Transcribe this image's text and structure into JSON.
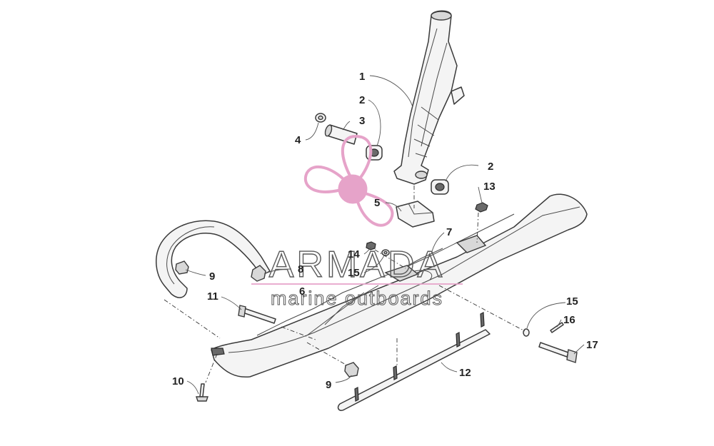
{
  "watermark": {
    "brand": "ARMADA",
    "tagline": "marine outboards",
    "color_primary": "#e6a3c9",
    "color_text": "#5a5a5a"
  },
  "callouts": [
    {
      "id": "c1",
      "label": "1"
    },
    {
      "id": "c2a",
      "label": "2"
    },
    {
      "id": "c2b",
      "label": "2"
    },
    {
      "id": "c3",
      "label": "3"
    },
    {
      "id": "c4",
      "label": "4"
    },
    {
      "id": "c5",
      "label": "5"
    },
    {
      "id": "c6",
      "label": "6"
    },
    {
      "id": "c7",
      "label": "7"
    },
    {
      "id": "c8",
      "label": "8"
    },
    {
      "id": "c9a",
      "label": "9"
    },
    {
      "id": "c9b",
      "label": "9"
    },
    {
      "id": "c10",
      "label": "10"
    },
    {
      "id": "c11",
      "label": "11"
    },
    {
      "id": "c12",
      "label": "12"
    },
    {
      "id": "c13",
      "label": "13"
    },
    {
      "id": "c14",
      "label": "14"
    },
    {
      "id": "c15a",
      "label": "15"
    },
    {
      "id": "c15b",
      "label": "15"
    },
    {
      "id": "c16",
      "label": "16"
    },
    {
      "id": "c17",
      "label": "17"
    }
  ]
}
